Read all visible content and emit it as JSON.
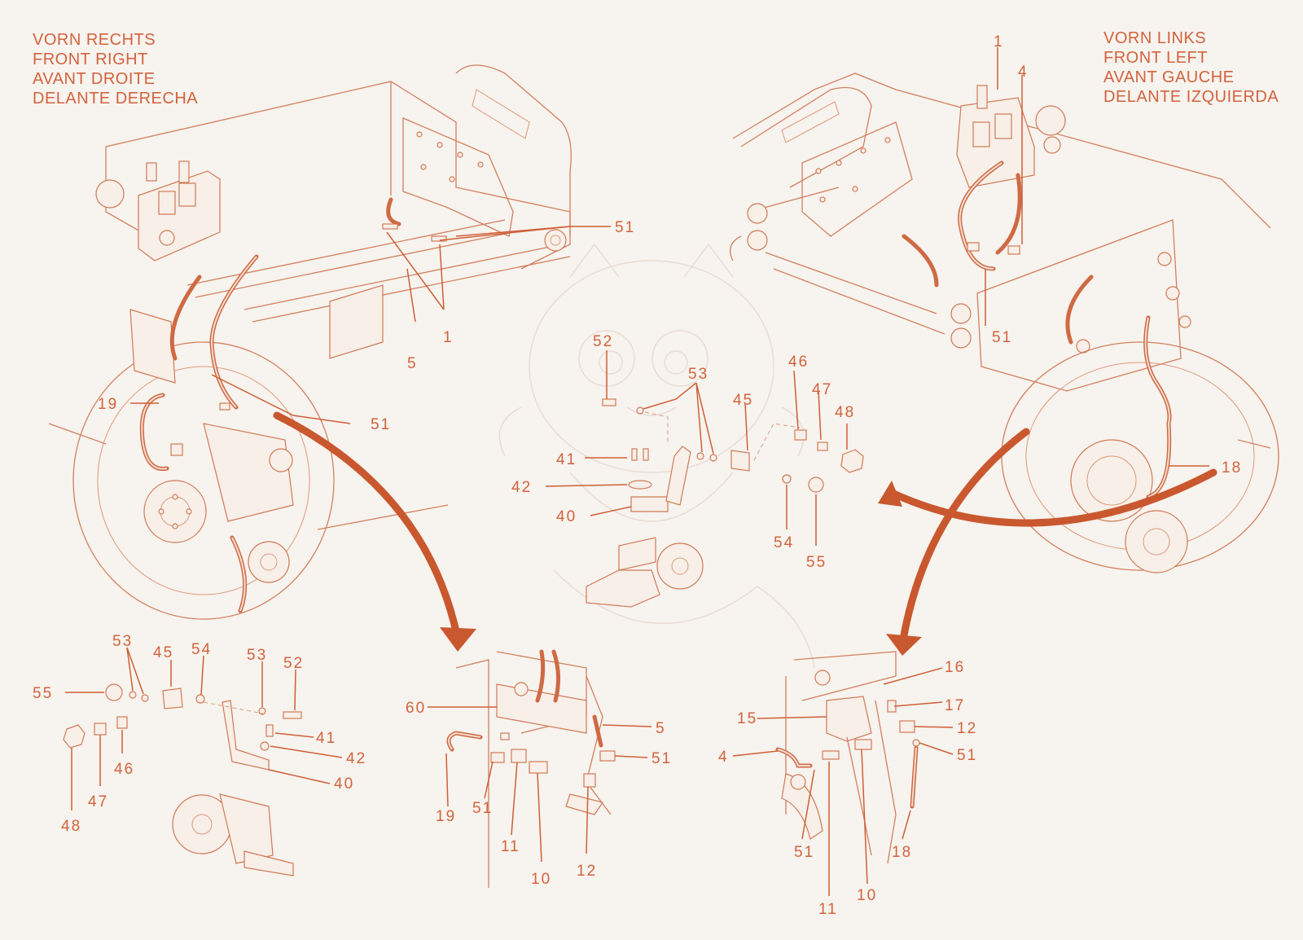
{
  "captions": {
    "front_right": [
      "VORN RECHTS",
      "FRONT RIGHT",
      "AVANT DROITE",
      "DELANTE DERECHA"
    ],
    "front_left": [
      "VORN LINKS",
      "FRONT LEFT",
      "AVANT GAUCHE",
      "DELANTE IZQUIERDA"
    ]
  },
  "callouts": {
    "right_view": [
      "51",
      "5",
      "1",
      "19",
      "51"
    ],
    "left_view": [
      "1",
      "4",
      "51",
      "18"
    ],
    "bracket_center": [
      "52",
      "53",
      "46",
      "47",
      "45",
      "48",
      "41",
      "42",
      "40",
      "54",
      "55"
    ],
    "bracket_left": [
      "53",
      "45",
      "54",
      "53",
      "52",
      "55",
      "41",
      "42",
      "40",
      "46",
      "47",
      "48"
    ],
    "detail_right_hoses": [
      "60",
      "5",
      "51",
      "19",
      "51",
      "11",
      "10",
      "12"
    ],
    "detail_left_hoses": [
      "16",
      "17",
      "15",
      "12",
      "4",
      "51",
      "51",
      "11",
      "10",
      "18"
    ]
  },
  "colors": {
    "label": "#d2633d",
    "linework": "#d2805f",
    "arrow": "#c9582f",
    "background": "#f7f3ee"
  }
}
